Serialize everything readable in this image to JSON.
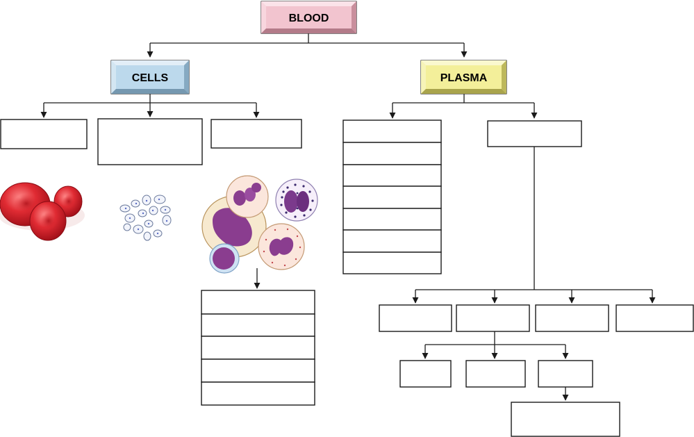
{
  "root": {
    "label": "BLOOD",
    "color": "#f2c4cf"
  },
  "cells": {
    "label": "CELLS",
    "color": "#bcd9ec"
  },
  "plasma": {
    "label": "PLASMA",
    "color": "#f3ef9a"
  },
  "illustration_colors": {
    "red_blood_cell": "#e02b33",
    "white_blood_cell_nucleus": "#8a3d8f",
    "cytoplasm": "#fbe6dc"
  }
}
